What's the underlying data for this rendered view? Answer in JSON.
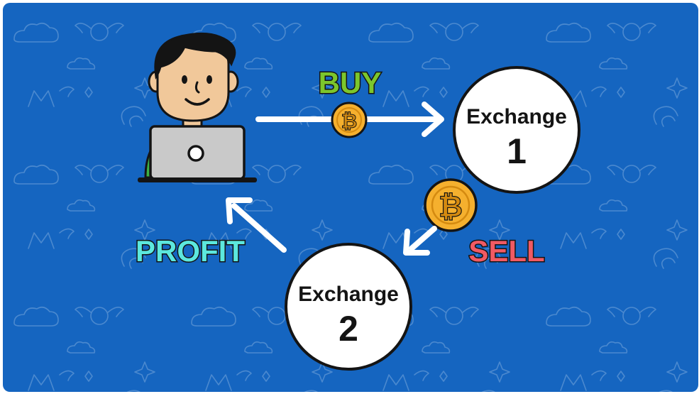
{
  "labels": {
    "buy": "BUY",
    "sell": "SELL",
    "profit": "PROFIT"
  },
  "exchanges": [
    {
      "name": "Exchange",
      "number": "1"
    },
    {
      "name": "Exchange",
      "number": "2"
    }
  ],
  "coin_symbol": "₿",
  "colors": {
    "background": "#1565c0",
    "buy": "#7cc62c",
    "sell": "#f05a63",
    "profit": "#5ce8de",
    "arrow": "#ffffff",
    "coin": "#f5b02e",
    "laptop": "#c9c9c9",
    "skin": "#f1c89a",
    "hair": "#141414",
    "shirt": "#3cb043"
  }
}
